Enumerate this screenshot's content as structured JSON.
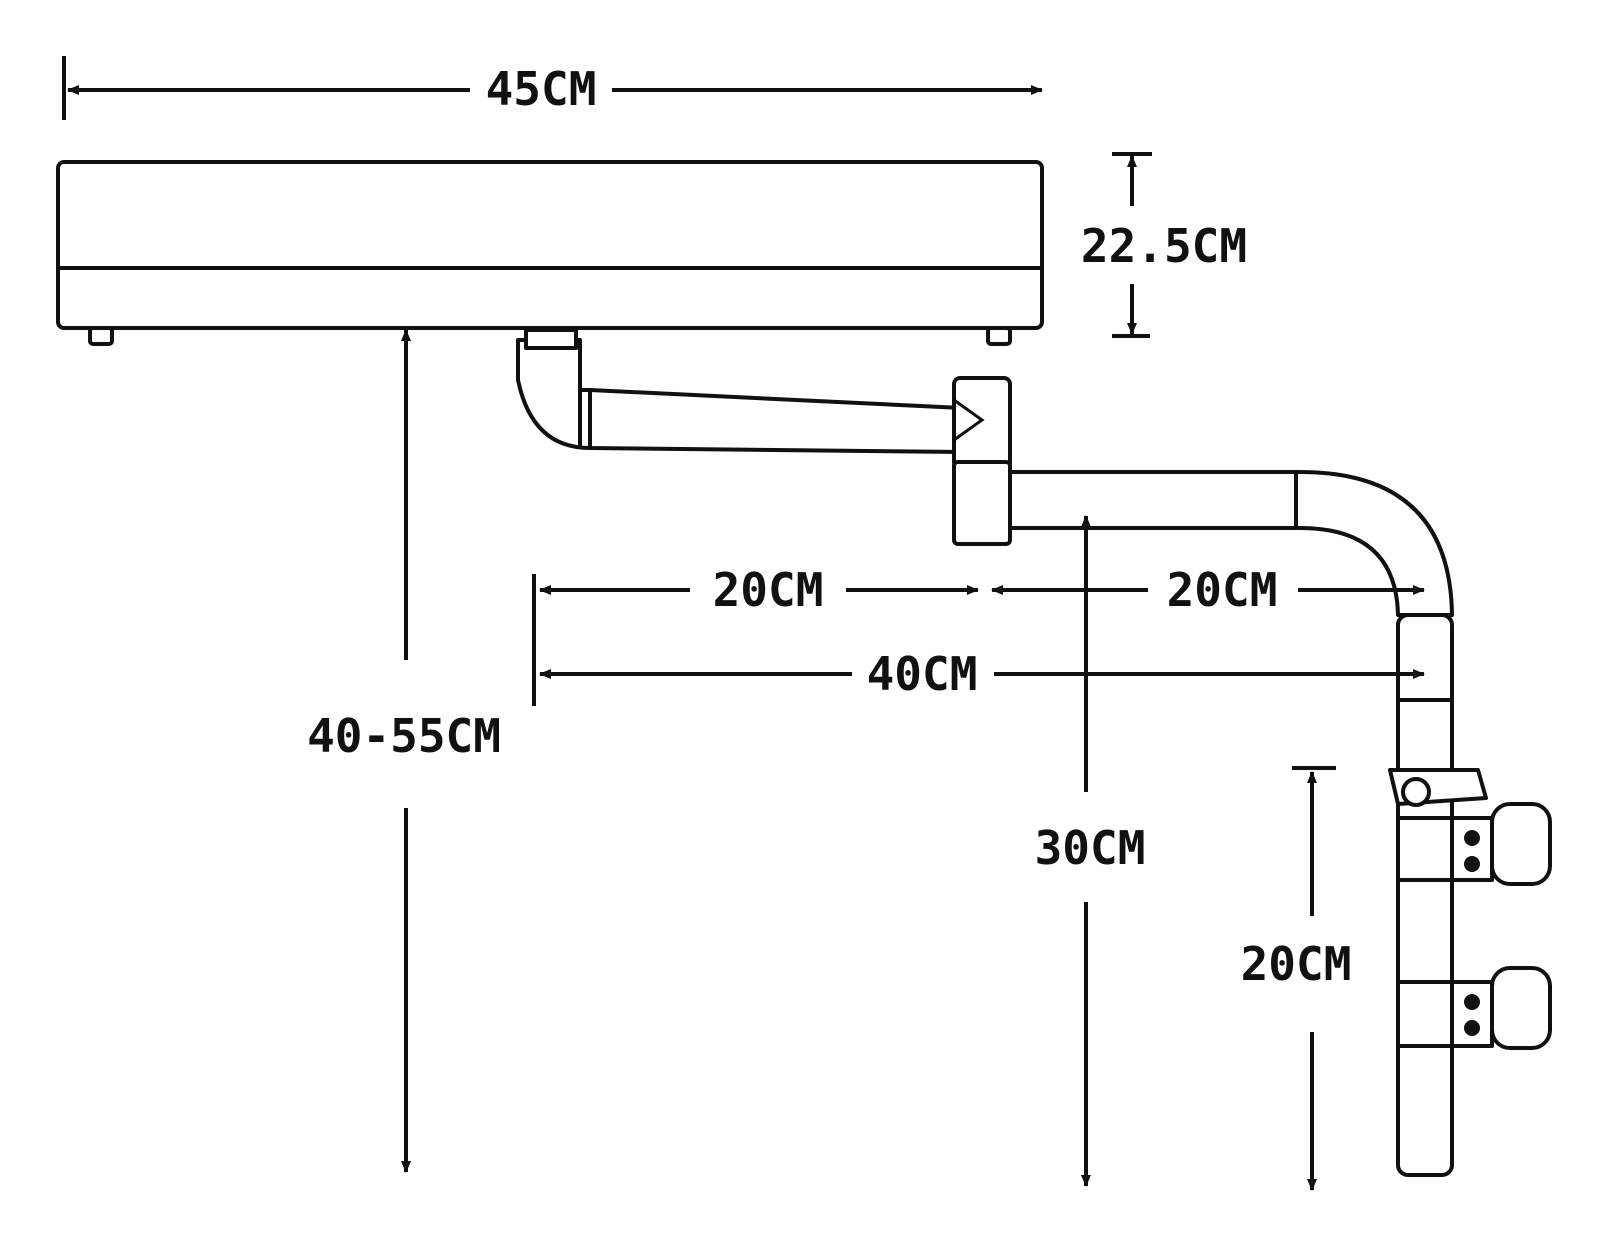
{
  "colors": {
    "line": "#111111",
    "background": "#ffffff"
  },
  "dimensions": {
    "width_total": "45CM",
    "height_pad": "22.5CM",
    "height_total": "40-55CM",
    "arm_segment_1": "20CM",
    "arm_segment_2": "20CM",
    "arm_reach": "40CM",
    "post_height": "30CM",
    "clamp_spacing": "20CM"
  }
}
